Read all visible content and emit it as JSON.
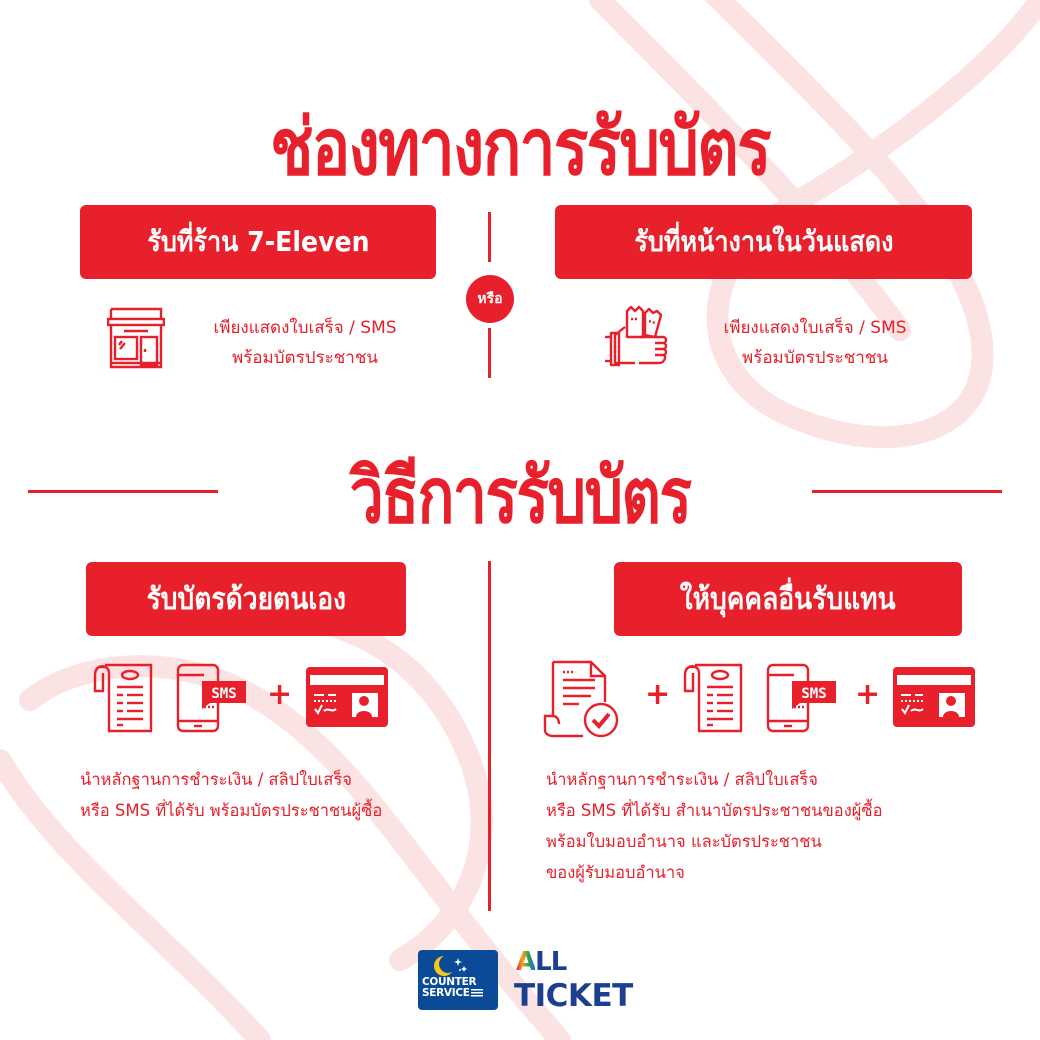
{
  "theme": {
    "accent": "#e8202b",
    "background": "#ffffff",
    "brand_blue": "#1c3f8f",
    "counter_service_blue": "#0b4a97",
    "moon_yellow": "#f7c51e"
  },
  "header": {
    "title": "ช่องทางการรับบัตร"
  },
  "channels": {
    "left": {
      "label": "รับที่ร้าน 7-Eleven",
      "icon": "store-icon",
      "desc_line1": "เพียงแสดงใบเสร็จ / SMS",
      "desc_line2": "พร้อมบัตรประชาชน"
    },
    "separator": "หรือ",
    "right": {
      "label": "รับที่หน้างานในวันแสดง",
      "icon": "hand-holding-tickets-icon",
      "desc_line1": "เพียงแสดงใบเสร็จ / SMS",
      "desc_line2": "พร้อมบัตรประชาชน"
    }
  },
  "method": {
    "title": "วิธีการรับบัตร",
    "self": {
      "label": "รับบัตรด้วยตนเอง",
      "icons": [
        "receipt-icon",
        "sms-phone-icon",
        "plus-icon",
        "id-card-icon"
      ],
      "sms_badge": "SMS",
      "plus": "+",
      "line1": "นำหลักฐานการชำระเงิน / สลิปใบเสร็จ",
      "line2": "หรือ SMS ที่ได้รับ พร้อมบัตรประชาชนผู้ซื้อ"
    },
    "proxy": {
      "label": "ให้บุคคลอื่นรับแทน",
      "icons": [
        "authorization-document-check-icon",
        "plus-icon",
        "receipt-icon",
        "sms-phone-icon",
        "plus-icon",
        "id-card-icon"
      ],
      "sms_badge": "SMS",
      "plus": "+",
      "line1": "นำหลักฐานการชำระเงิน / สลิปใบเสร็จ",
      "line2": "หรือ SMS ที่ได้รับ สำเนาบัตรประชาชนของผู้ซื้อ",
      "line3": "พร้อมใบมอบอำนาจ และบัตรประชาชน",
      "line4": "ของผู้รับมอบอำนาจ"
    }
  },
  "footer": {
    "counter_service": {
      "line1": "COUNTER",
      "line2": "SERVICE"
    },
    "all_ticket": {
      "line1": "ALL",
      "line2": "TICKET"
    }
  }
}
